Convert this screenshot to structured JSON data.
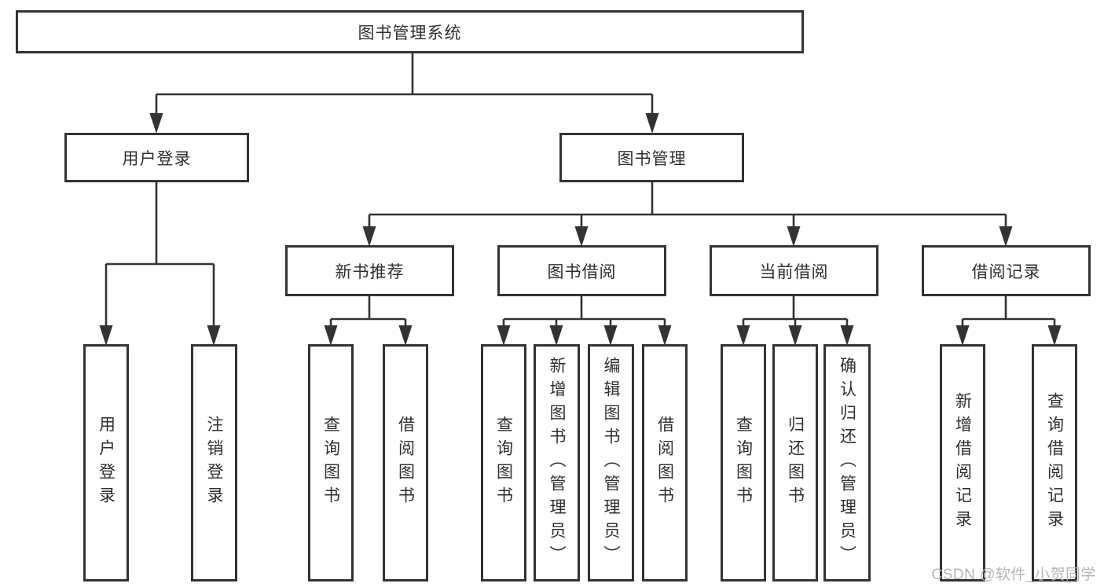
{
  "colors": {
    "line": "#333333",
    "text": "#2f2f2f",
    "bg": "#ffffff",
    "watermark": "#b3b6b8"
  },
  "tree": {
    "root": {
      "label": "图书管理系统",
      "children": [
        {
          "label": "用户登录",
          "children": [
            {
              "label": "用户登录"
            },
            {
              "label": "注销登录"
            }
          ]
        },
        {
          "label": "图书管理",
          "children": [
            {
              "label": "新书推荐",
              "children": [
                {
                  "label": "查询图书"
                },
                {
                  "label": "借阅图书"
                }
              ]
            },
            {
              "label": "图书借阅",
              "children": [
                {
                  "label": "查询图书"
                },
                {
                  "label": "新增图书（管理员）"
                },
                {
                  "label": "编辑图书（管理员）"
                },
                {
                  "label": "借阅图书"
                }
              ]
            },
            {
              "label": "当前借阅",
              "children": [
                {
                  "label": "查询图书"
                },
                {
                  "label": "归还图书"
                },
                {
                  "label": "确认归还（管理员）"
                }
              ]
            },
            {
              "label": "借阅记录",
              "children": [
                {
                  "label": "新增借阅记录"
                },
                {
                  "label": "查询借阅记录"
                }
              ]
            }
          ]
        }
      ]
    }
  },
  "watermark": {
    "text": "CSDN @软件_小贺同学"
  }
}
